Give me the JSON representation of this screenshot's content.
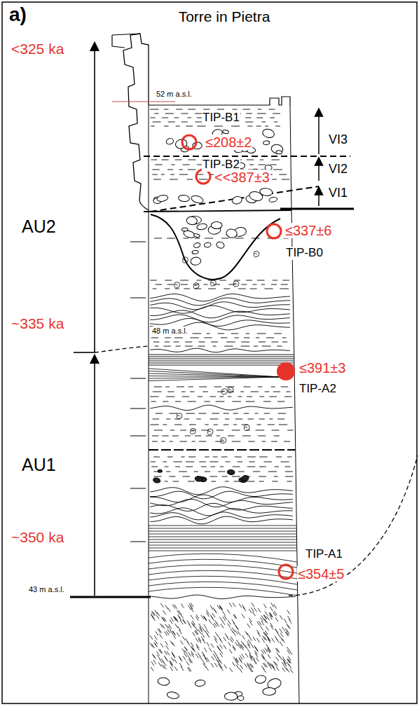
{
  "diagram": {
    "title": "Torre in Pietra",
    "labels": [
      "a)",
      "<325 ka",
      "52 m a.s.l.",
      "TIP-B1",
      "≤208±2",
      "VI3",
      "TIP-B2",
      "VI2",
      "<<387±3",
      "VI1",
      "AU2",
      "≤337±6",
      "TIP-B0",
      "~335 ka",
      "48 m a.s.l.",
      "≤391±3",
      "TIP-A2",
      "AU1",
      "~350 ka",
      "TIP-A1",
      "≤354±5",
      "43 m a.s.l."
    ]
  }
}
